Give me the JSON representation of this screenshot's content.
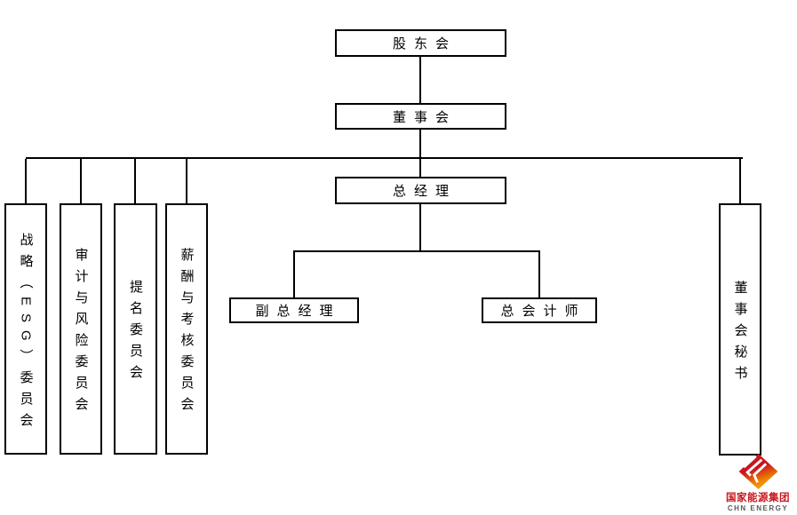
{
  "org_chart": {
    "nodes": {
      "shareholders_meeting": "股东会",
      "board_of_directors": "董事会",
      "general_manager": "总经理",
      "deputy_general_manager": "副总经理",
      "chief_accountant": "总会计师",
      "strategy_esg_committee": "战略（ESG）委员会",
      "audit_risk_committee": "审计与风险委员会",
      "nomination_committee": "提名委员会",
      "remuneration_assessment_committee": "薪酬与考核委员会",
      "board_secretary": "董事会秘书"
    }
  },
  "logo": {
    "company_name_cn": "国家能源集团",
    "company_name_en": "CHN ENERGY",
    "colors": {
      "red": "#c8161e",
      "orange": "#f08300",
      "gray": "#58595b"
    }
  }
}
